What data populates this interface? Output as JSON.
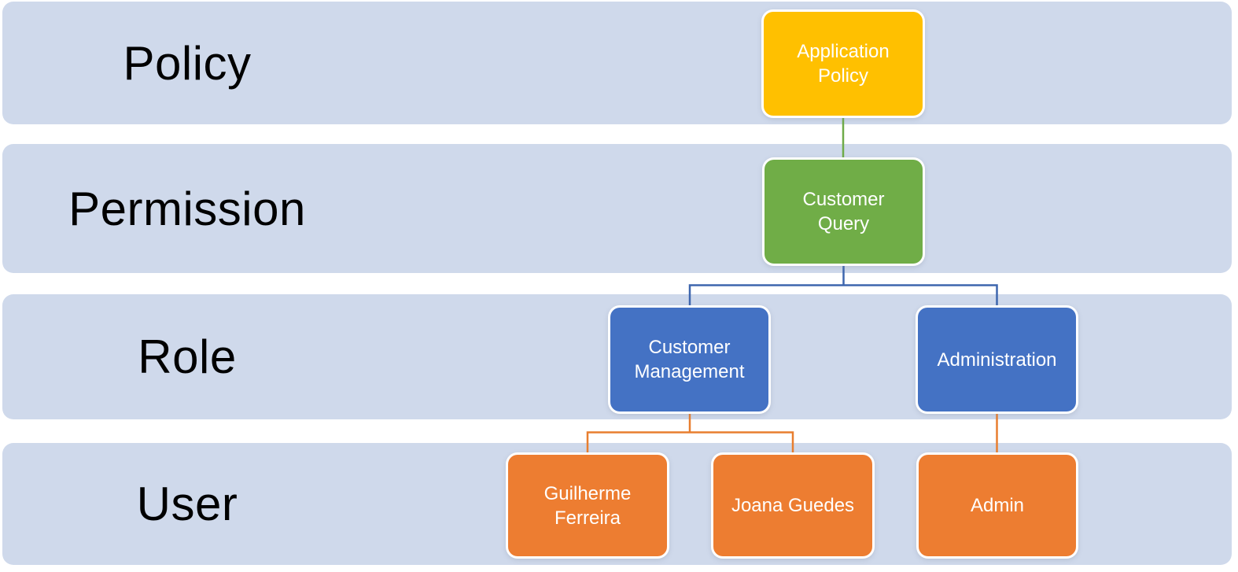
{
  "rows": [
    {
      "label": "Policy"
    },
    {
      "label": "Permission"
    },
    {
      "label": "Role"
    },
    {
      "label": "User"
    }
  ],
  "nodes": [
    {
      "id": "application-policy",
      "label": "Application Policy",
      "row": "Policy",
      "color": "#FFC000"
    },
    {
      "id": "customer-query",
      "label": "Customer Query",
      "row": "Permission",
      "color": "#70AD47"
    },
    {
      "id": "customer-management",
      "label": "Customer Management",
      "row": "Role",
      "color": "#4472C4"
    },
    {
      "id": "administration",
      "label": "Administration",
      "row": "Role",
      "color": "#4472C4"
    },
    {
      "id": "guilherme-ferreira",
      "label": "Guilherme Ferreira",
      "row": "User",
      "color": "#ED7D31"
    },
    {
      "id": "joana-guedes",
      "label": "Joana Guedes",
      "row": "User",
      "color": "#ED7D31"
    },
    {
      "id": "admin",
      "label": "Admin",
      "row": "User",
      "color": "#ED7D31"
    }
  ],
  "edges": [
    {
      "from": "application-policy",
      "to": "customer-query",
      "color": "#6FAB49"
    },
    {
      "from": "customer-query",
      "to": "customer-management",
      "color": "#3E66AE"
    },
    {
      "from": "customer-query",
      "to": "administration",
      "color": "#3E66AE"
    },
    {
      "from": "customer-management",
      "to": "guilherme-ferreira",
      "color": "#E87E2F"
    },
    {
      "from": "customer-management",
      "to": "joana-guedes",
      "color": "#E87E2F"
    },
    {
      "from": "administration",
      "to": "admin",
      "color": "#E87E2F"
    }
  ],
  "colors": {
    "background": "#FFFFFF",
    "band": "#CFD9EB",
    "row_label_text": "#000000",
    "node_text": "#FFFFFF",
    "edge_green": "#6FAB49",
    "edge_blue": "#3E66AE",
    "edge_orange": "#E87E2F"
  }
}
